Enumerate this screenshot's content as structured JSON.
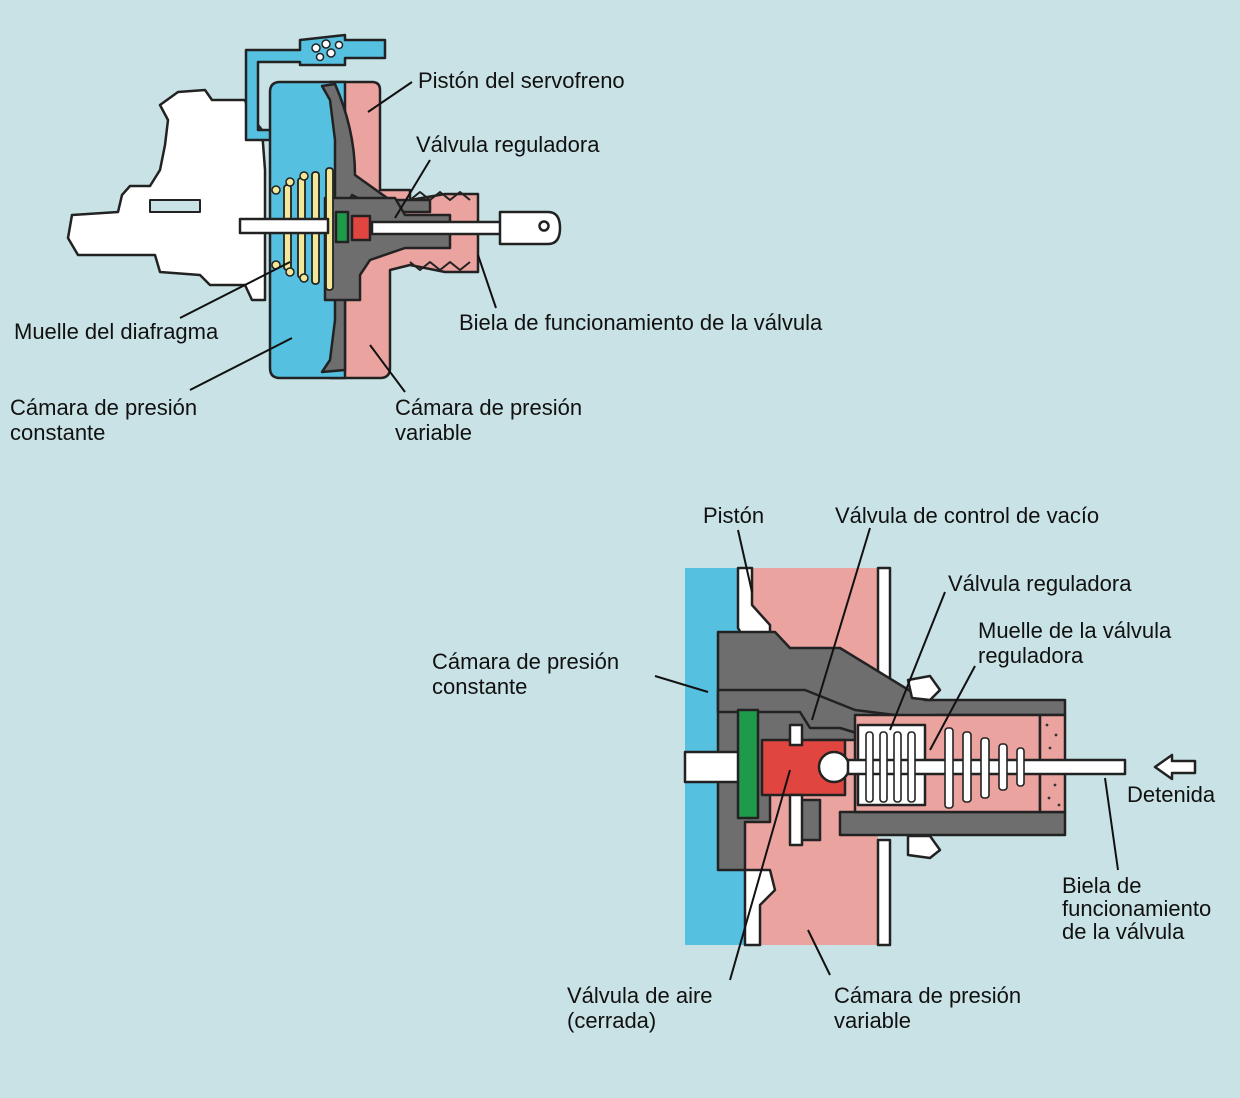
{
  "colors": {
    "background": "#c9e2e5",
    "constant_pressure_chamber": "#55c0df",
    "variable_pressure_chamber": "#eba39f",
    "valve_body": "#6e6e6e",
    "air_valve": "#e0453f",
    "reaction_disc": "#1f9a4a",
    "diaphragm_spring": "#f3e79a"
  },
  "top_diagram": {
    "labels": {
      "booster_piston": "Pistón del servofreno",
      "control_valve": "Válvula reguladora",
      "diaphragm_spring": "Muelle del diafragma",
      "valve_operating_rod": "Biela de funcionamiento de la válvula",
      "constant_chamber_1": "Cámara de presión",
      "constant_chamber_2": "constante",
      "variable_chamber_1": "Cámara de presión",
      "variable_chamber_2": "variable"
    }
  },
  "bottom_diagram": {
    "labels": {
      "piston": "Pistón",
      "vacuum_valve": "Válvula de control de vacío",
      "control_valve": "Válvula reguladora",
      "control_valve_spring_1": "Muelle de la válvula",
      "control_valve_spring_2": "reguladora",
      "constant_chamber_1": "Cámara de presión",
      "constant_chamber_2": "constante",
      "state": "Detenida",
      "valve_operating_rod_1": "Biela de",
      "valve_operating_rod_2": "funcionamiento",
      "valve_operating_rod_3": "de la válvula",
      "air_valve_1": "Válvula de aire",
      "air_valve_2": "(cerrada)",
      "variable_chamber_1": "Cámara de presión",
      "variable_chamber_2": "variable"
    }
  }
}
